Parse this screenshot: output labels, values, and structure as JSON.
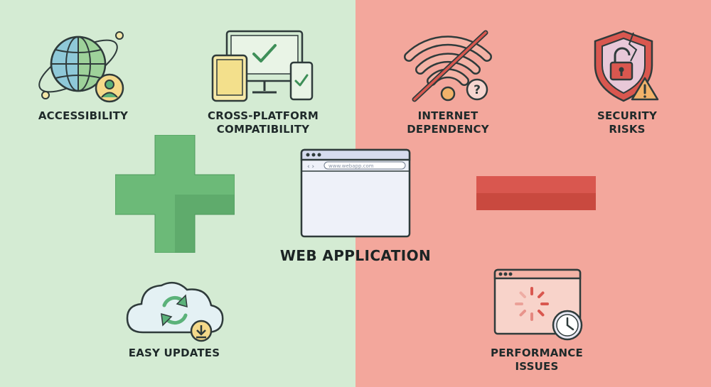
{
  "colors": {
    "pros_bg": "#d4ebd3",
    "cons_bg": "#f3a79c",
    "plus": "#6cba78",
    "minus": "#d9574f"
  },
  "center": {
    "title": "WEB APPLICATION",
    "url": "www.webapp.com"
  },
  "pros": [
    {
      "label": "ACCESSIBILITY",
      "icon": "globe-user-icon"
    },
    {
      "label": "CROSS-PLATFORM\nCOMPATIBILITY",
      "icon": "devices-check-icon"
    },
    {
      "label": "EASY UPDATES",
      "icon": "cloud-sync-icon"
    }
  ],
  "cons": [
    {
      "label": "INTERNET\nDEPENDENCY",
      "icon": "no-wifi-icon"
    },
    {
      "label": "SECURITY RISKS",
      "icon": "broken-shield-icon"
    },
    {
      "label": "PERFORMANCE ISSUES",
      "icon": "slow-loading-icon"
    }
  ]
}
